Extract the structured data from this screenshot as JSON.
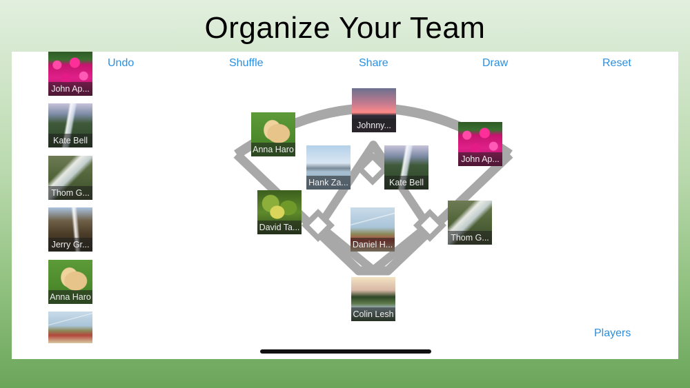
{
  "page": {
    "title": "Organize Your Team"
  },
  "toolbar": {
    "undo": "Undo",
    "shuffle": "Shuffle",
    "share": "Share",
    "draw": "Draw",
    "reset": "Reset"
  },
  "players_button": "Players",
  "colors": {
    "accent": "#2b8fe0",
    "field_lines": "#a8a8a8",
    "canvas": "#ffffff"
  },
  "roster": [
    {
      "name": "John Ap...",
      "photo": "flowers"
    },
    {
      "name": "Kate Bell",
      "photo": "waterfall"
    },
    {
      "name": "Thom G...",
      "photo": "stream"
    },
    {
      "name": "Jerry Gr...",
      "photo": "cliff-falls"
    },
    {
      "name": "Anna Haro",
      "photo": "puppy"
    },
    {
      "name": "",
      "photo": "meadow"
    }
  ],
  "field_positions": [
    {
      "name": "Johnny...",
      "photo": "sunset"
    },
    {
      "name": "Anna Haro",
      "photo": "puppy"
    },
    {
      "name": "John Ap...",
      "photo": "flowers"
    },
    {
      "name": "Hank Za...",
      "photo": "lake"
    },
    {
      "name": "Kate Bell",
      "photo": "waterfall"
    },
    {
      "name": "David Ta...",
      "photo": "leaves"
    },
    {
      "name": "Thom G...",
      "photo": "stream"
    },
    {
      "name": "Daniel H...",
      "photo": "meadow"
    },
    {
      "name": "Colin Lesh",
      "photo": "path"
    }
  ]
}
